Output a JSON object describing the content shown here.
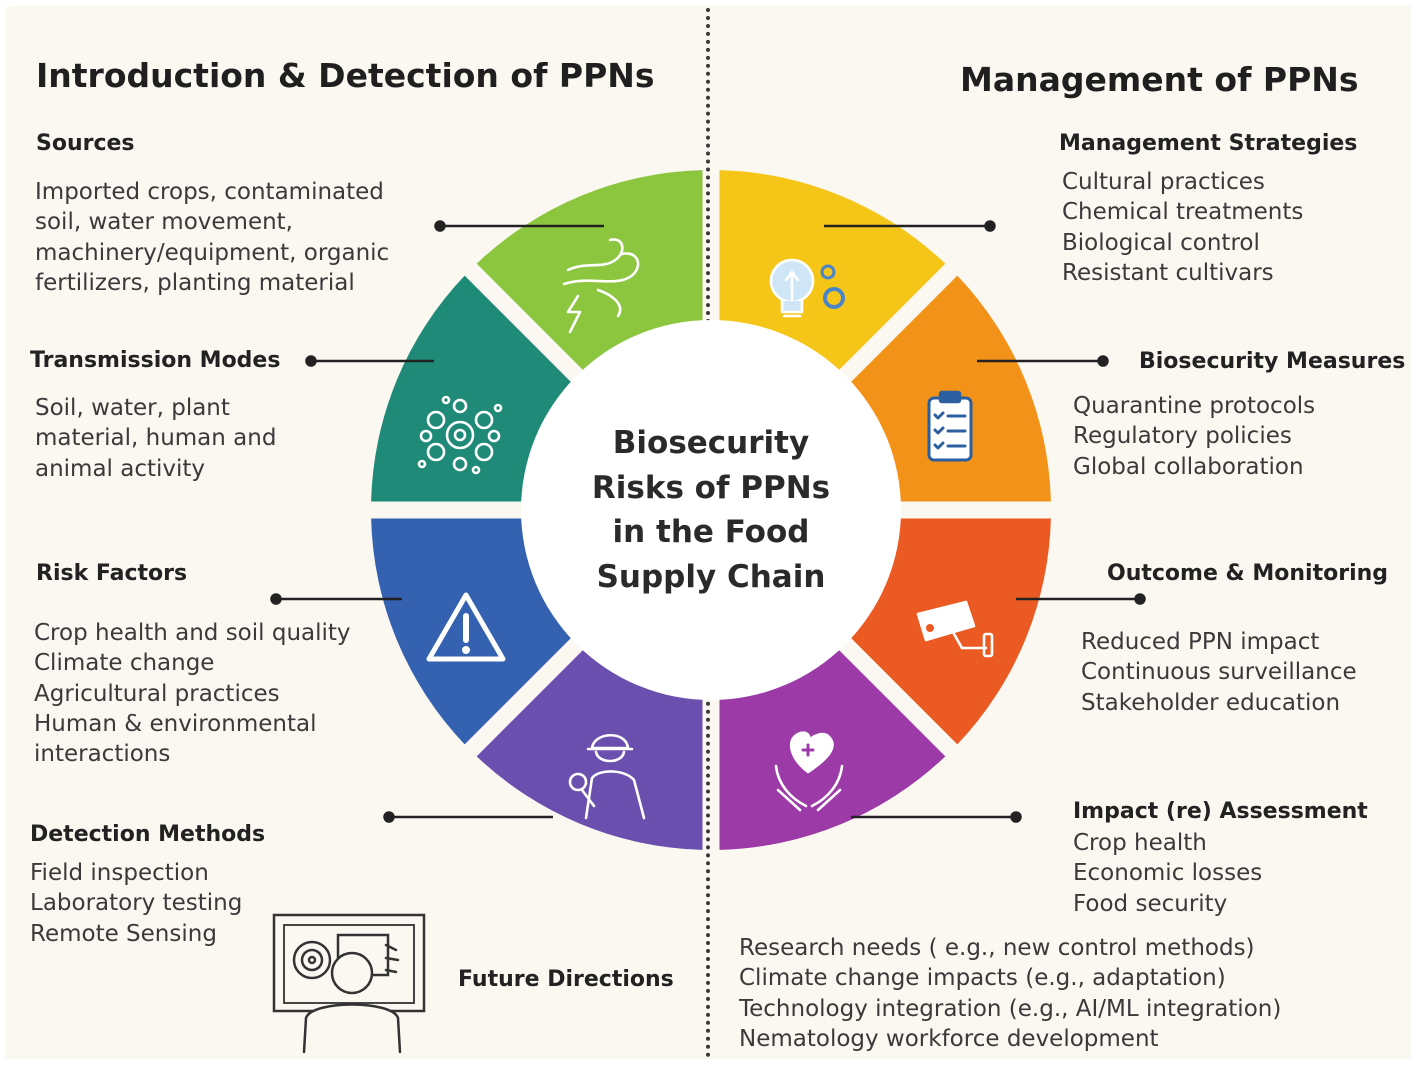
{
  "headings": {
    "left": "Introduction & Detection  of PPNs",
    "right": "Management of PPNs"
  },
  "center": {
    "lines": [
      "Biosecurity",
      "Risks of PPNs",
      "in the Food",
      "Supply Chain"
    ]
  },
  "left_sections": {
    "sources": {
      "title": "Sources",
      "lines": [
        "Imported crops, contaminated",
        "soil, water movement,",
        "machinery/equipment, organic",
        "fertilizers, planting material"
      ]
    },
    "transmission": {
      "title": "Transmission Modes",
      "lines": [
        "Soil, water, plant",
        "material, human and",
        "animal activity"
      ]
    },
    "risk": {
      "title": "Risk Factors",
      "lines": [
        "Crop health and soil quality",
        "Climate change",
        "Agricultural practices",
        "Human & environmental",
        "interactions"
      ]
    },
    "detection": {
      "title": "Detection Methods",
      "lines": [
        "Field inspection",
        "Laboratory testing",
        "Remote Sensing"
      ]
    }
  },
  "right_sections": {
    "management": {
      "title": "Management Strategies",
      "lines": [
        "Cultural practices",
        "Chemical treatments",
        "Biological control",
        "Resistant cultivars"
      ]
    },
    "biosecurity": {
      "title": "Biosecurity Measures",
      "lines": [
        "Quarantine protocols",
        "Regulatory policies",
        "Global collaboration"
      ]
    },
    "outcome": {
      "title": "Outcome & Monitoring",
      "lines": [
        "Reduced PPN impact",
        "Continuous surveillance",
        "Stakeholder education"
      ]
    },
    "impact": {
      "title": "Impact (re) Assessment",
      "lines": [
        "Crop health",
        "Economic losses",
        "Food security"
      ]
    }
  },
  "future": {
    "title": "Future Directions",
    "lines": [
      "Research needs ( e.g., new control methods)",
      "Climate change impacts (e.g., adaptation)",
      "Technology integration (e.g., AI/ML integration)",
      "Nematology workforce development"
    ]
  },
  "colors": {
    "sources": "#8cc63f",
    "transmission": "#1f8a78",
    "risk": "#3461b0",
    "detection": "#6a4fae",
    "management": "#f5c518",
    "biosecurity": "#f39218",
    "outcome": "#ec5a23",
    "impact": "#9c3aa8",
    "background": "#fbf7f1",
    "line": "#222222"
  },
  "icons": {
    "sources": "wind-lightning-icon",
    "transmission": "gear-cluster-icon",
    "risk": "warning-triangle-icon",
    "detection": "worker-magnifier-icon",
    "management": "lightbulb-gears-icon",
    "biosecurity": "clipboard-checklist-icon",
    "outcome": "security-camera-icon",
    "impact": "heart-hands-icon",
    "future": "person-at-screen-icon"
  }
}
